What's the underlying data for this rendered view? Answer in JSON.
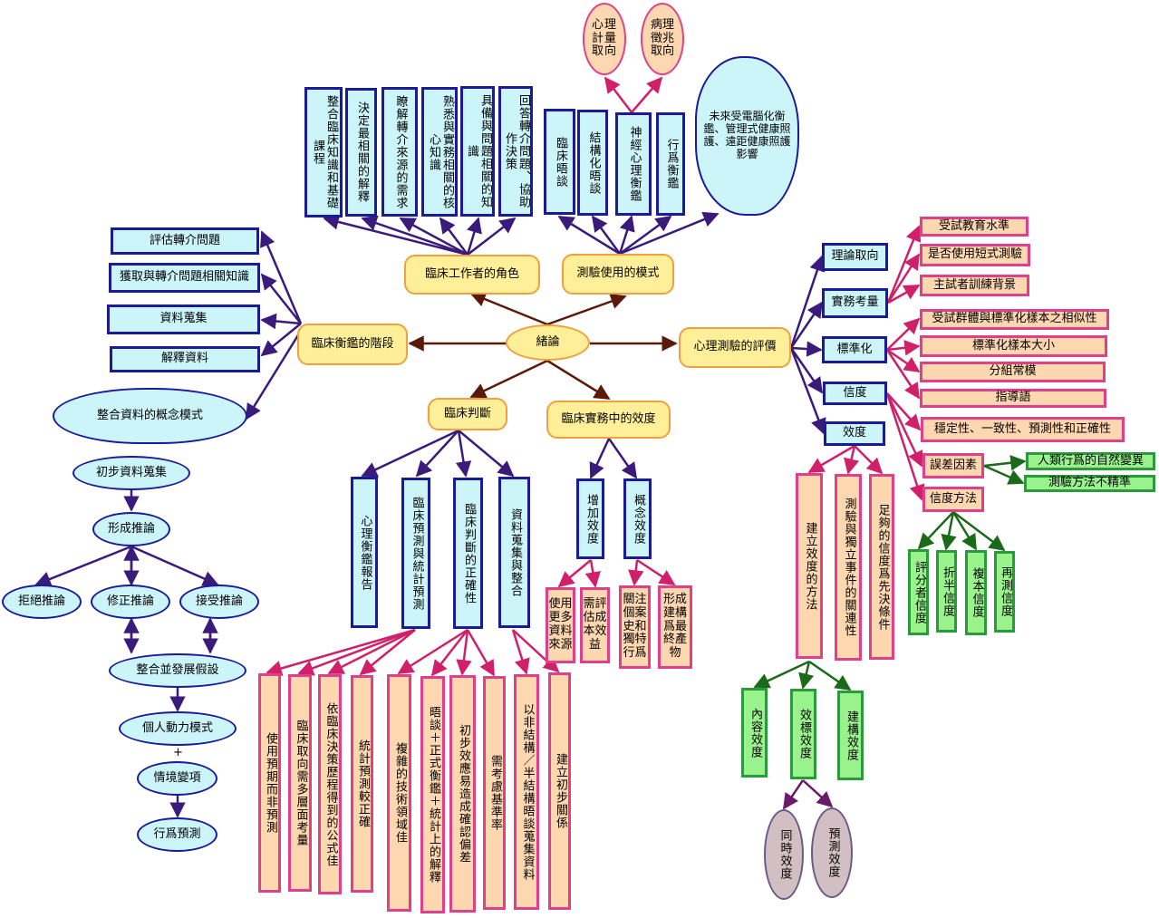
{
  "diagram": {
    "center": "緒論",
    "main_topics": {
      "role": "臨床工作者的角色",
      "model": "測驗使用的模式",
      "stages": "臨床衡鑑的階段",
      "evaluation": "心理測驗的評價",
      "judgment": "臨床判斷",
      "validity_practice": "臨床實務中的效度"
    },
    "role_items": [
      "整合臨床知識和基礎課程",
      "決定最相關的解釋",
      "瞭解轉介來源的需求",
      "熟悉與實務相關的核心知識",
      "具備與問題相關的知識",
      "回答轉介問題、協助作決策"
    ],
    "model_items": [
      "臨床晤談",
      "結構化晤談",
      "神經心理衡鑑",
      "行爲衡鑑"
    ],
    "model_cloud": "未來受電腦化衡鑑、管理式健康照護、遠距健康照護影響",
    "neuro_orientations": [
      "心理計量取向",
      "病理徵兆取向"
    ],
    "stage_items": [
      "評估轉介問題",
      "獲取與轉介問題相關知識",
      "資料蒐集",
      "解釋資料"
    ],
    "stage_bubble": "整合資料的概念模式",
    "flow": {
      "initial": "初步資料蒐集",
      "infer": "形成推論",
      "reject": "拒絕推論",
      "revise": "修正推論",
      "accept": "接受推論",
      "integrate": "整合並發展假設",
      "dynamic": "個人動力模式",
      "plus": "+",
      "situational": "情境變項",
      "predict": "行爲預測"
    },
    "judgment_items": [
      "心理衡鑑報告",
      "臨床預測與統計預測",
      "臨床判斷的正確性",
      "資料蒐集與整合"
    ],
    "judgment_details": [
      "使用預期而非預測",
      "臨床取向需多層面考量",
      "依臨床決策歷程得到的公式佳",
      "統計預測較正確",
      "複雜的技術領域佳",
      "晤談＋正式衡鑑＋統計上的解釋",
      "初步效應易造成確認偏差",
      "需考慮基準率",
      "以非結構／半結構晤談蒐集資料",
      "建立初步關係"
    ],
    "validity_practice_items": [
      "增加效度",
      "概念效度"
    ],
    "incremental_details": [
      "使用更多資料來源",
      "需評估成本效益"
    ],
    "conceptual_details": [
      "關注個案史和獨特行爲",
      "形成建構爲最終產物"
    ],
    "evaluation_items": [
      "理論取向",
      "實務考量",
      "標準化",
      "信度",
      "效度"
    ],
    "practical_details": [
      "受試教育水準",
      "是否使用短式測驗",
      "主試者訓練背景"
    ],
    "standardization_details": [
      "受試群體與標準化樣本之相似性",
      "標準化樣本大小",
      "分組常模",
      "指導語"
    ],
    "reliability_details": [
      "穩定性、一致性、預測性和正確性",
      "誤差因素",
      "信度方法"
    ],
    "error_details": [
      "人類行爲的自然變異",
      "測驗方法不精準"
    ],
    "reliability_methods": [
      "評分者信度",
      "折半信度",
      "複本信度",
      "再測信度"
    ],
    "validity_details": [
      "建立效度的方法",
      "測驗與獨立事件的關連性",
      "足夠的信度爲先決條件"
    ],
    "validity_types": [
      "內容效度",
      "效標效度",
      "建構效度"
    ],
    "criterion_types": [
      "同時效度",
      "預測效度"
    ]
  },
  "colors": {
    "core_fill": "#ffef99",
    "core_border": "#f0a040",
    "blue_fill": "#ccf5fa",
    "blue_border": "#1a1a9a",
    "pink_fill": "#fcd7b0",
    "pink_border": "#e0408a",
    "green_fill": "#99f28c",
    "green_border": "#2a9a3a",
    "brown_arrow": "#5a1a0a",
    "purple_arrow": "#3a1a7a",
    "magenta_arrow": "#d0206a",
    "green_arrow": "#1a6a1a"
  }
}
